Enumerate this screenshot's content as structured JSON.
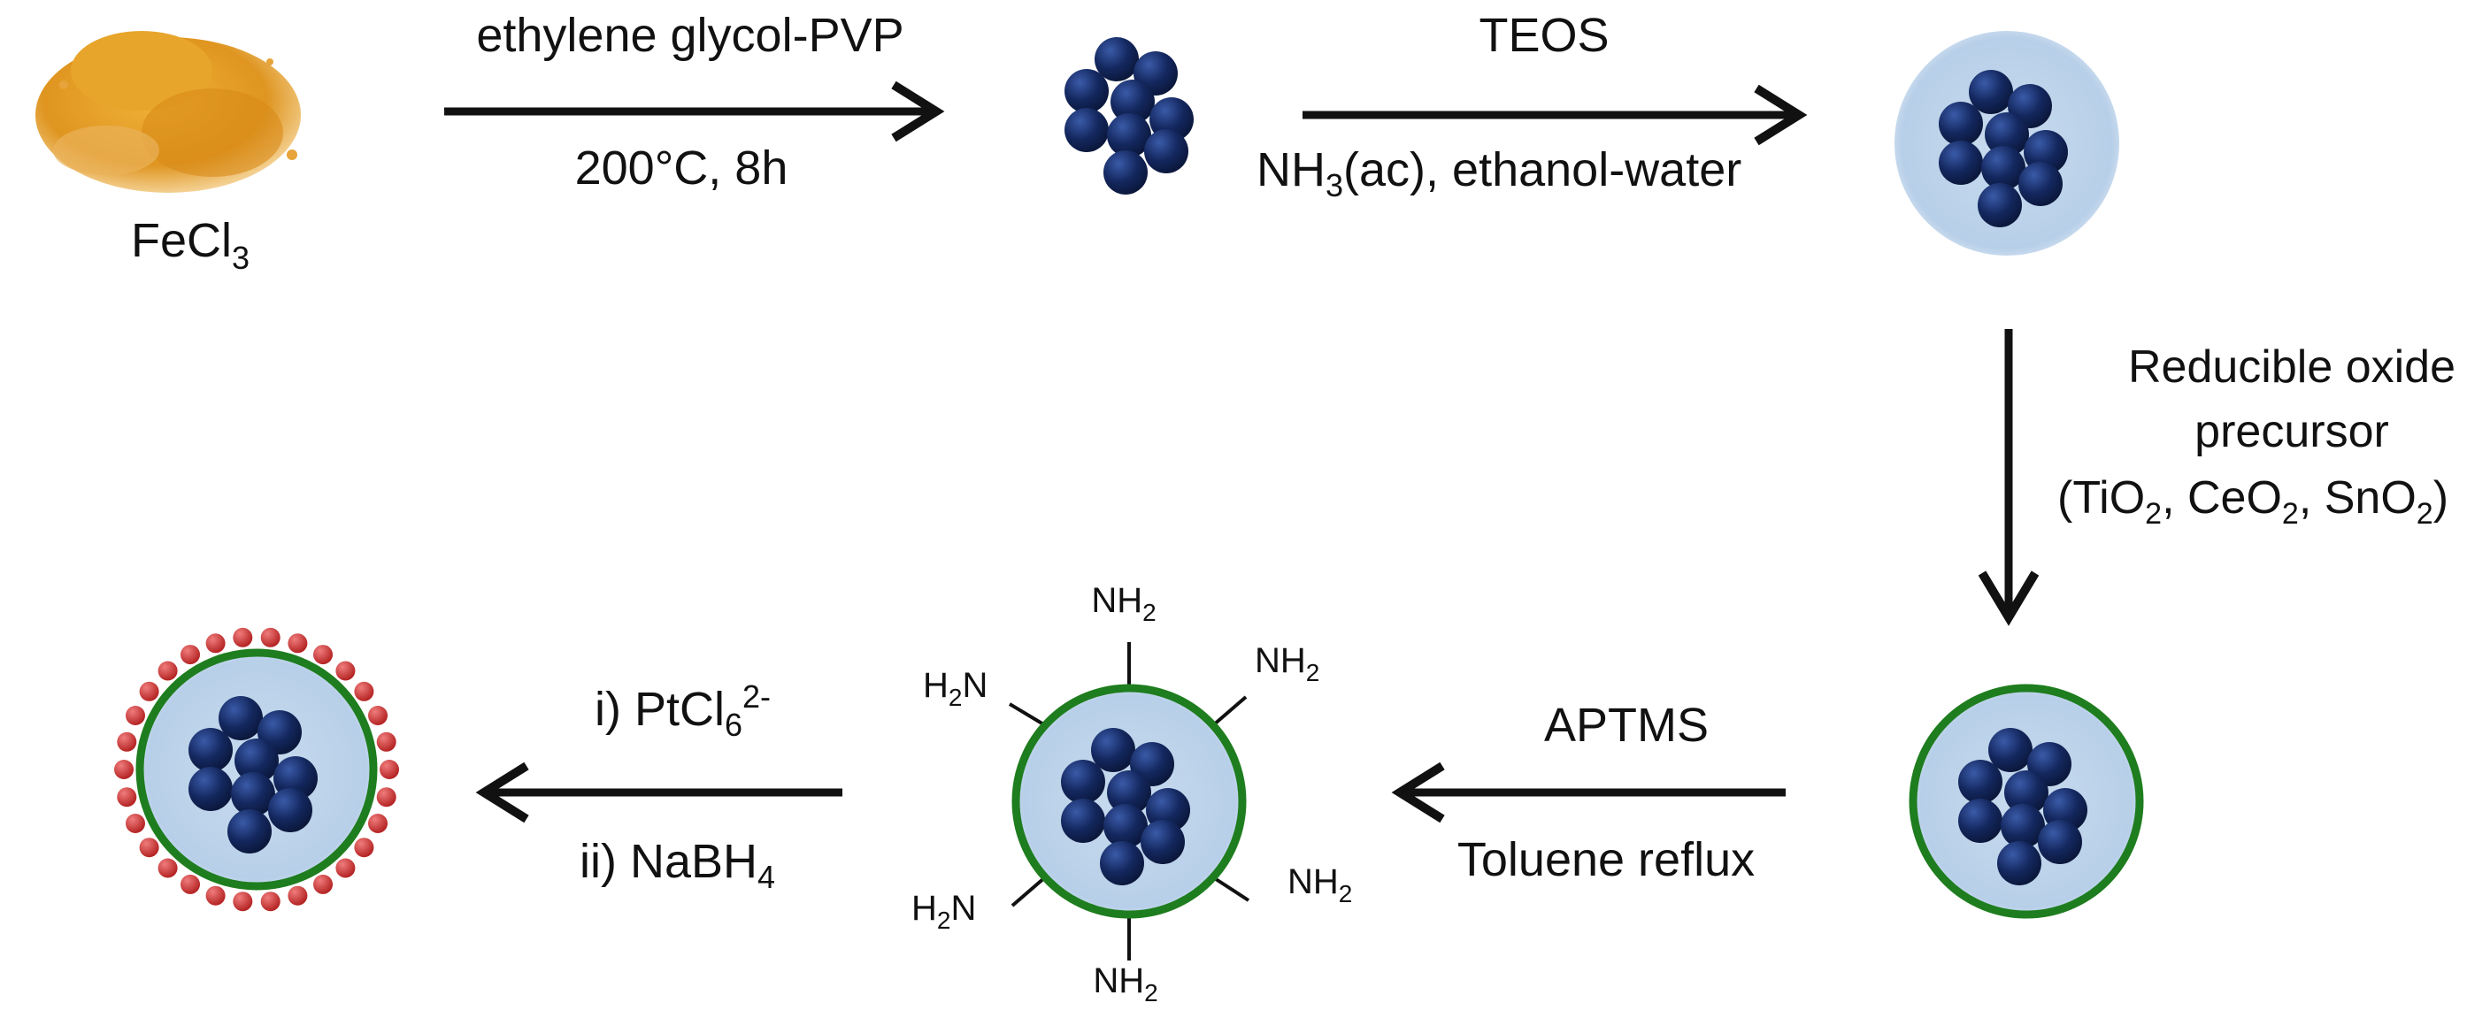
{
  "colors": {
    "background": "#ffffff",
    "particle": "#14285f",
    "silica": "#bcd3ea",
    "oxide_shell": "#1e7d1e",
    "pt_dots": "#c93434",
    "powder": "#e09a26",
    "arrow": "#111111"
  },
  "start_material": {
    "label_main": "FeCl",
    "label_sub": "3"
  },
  "step1": {
    "top_label": "ethylene  glycol-PVP",
    "bottom_label": "200°C,  8h"
  },
  "step2": {
    "top_label": "TEOS",
    "bottom_nh": "NH",
    "bottom_sub": "3",
    "bottom_rest": "(ac), ethanol-water"
  },
  "step3": {
    "line1": "Reducible oxide",
    "line2": "precursor",
    "line3_open": "(TiO",
    "sub1": "2",
    "sep1": ", CeO",
    "sub2": "2",
    "sep2": ", SnO",
    "sub3": "2",
    "line3_close": ")"
  },
  "step4": {
    "top_label": "APTMS",
    "bottom_label": "Toluene reflux"
  },
  "step5": {
    "top_prefix": "i) PtCl",
    "top_sub": "6",
    "top_sup": "2-",
    "bottom_prefix": "ii) NaBH",
    "bottom_sub": "4"
  },
  "amine": {
    "n_left": "N",
    "h_left": "H",
    "sub": "2",
    "n_right": "NH"
  }
}
